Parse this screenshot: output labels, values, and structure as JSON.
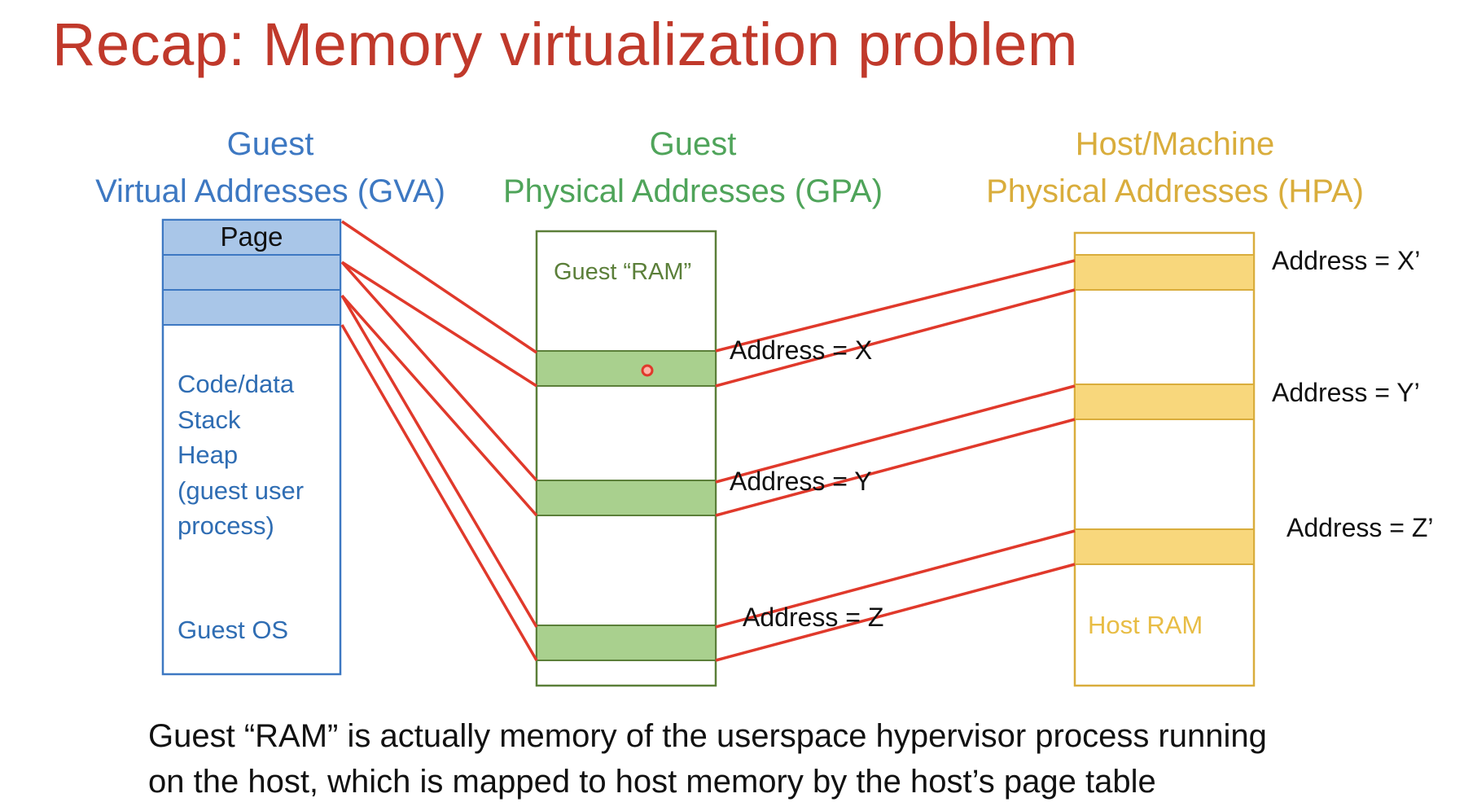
{
  "slide": {
    "title": "Recap: Memory virtualization problem",
    "columns": {
      "gva": {
        "line1": "Guest",
        "line2": "Virtual Addresses (GVA)"
      },
      "gpa": {
        "line1": "Guest",
        "line2": "Physical Addresses (GPA)"
      },
      "hpa": {
        "line1": "Host/Machine",
        "line2": "Physical Addresses (HPA)"
      }
    },
    "gva_box": {
      "page_label": "Page",
      "contents": [
        "Code/data",
        "Stack",
        "Heap",
        "(guest user",
        "process)"
      ],
      "guest_os": "Guest OS"
    },
    "gpa_box": {
      "label": "Guest “RAM”",
      "addresses": [
        "Address = X",
        "Address = Y",
        "Address = Z"
      ]
    },
    "hpa_box": {
      "label": "Host RAM",
      "addresses": [
        "Address = X’",
        "Address = Y’",
        "Address = Z’"
      ]
    },
    "caption": {
      "line1": "Guest “RAM” is actually memory of the userspace hypervisor process running",
      "line2": "on the host, which is mapped to host memory by the host’s page table"
    },
    "colors": {
      "title": "#c0392b",
      "gva": "#3d78c2",
      "gpa": "#4fa45a",
      "hpa": "#d9ad3c",
      "gva_page_fill": "#a9c6e8",
      "gpa_page_fill": "#a9d08e",
      "hpa_page_fill": "#f8d77c",
      "mapping_line": "#e0392b"
    }
  }
}
